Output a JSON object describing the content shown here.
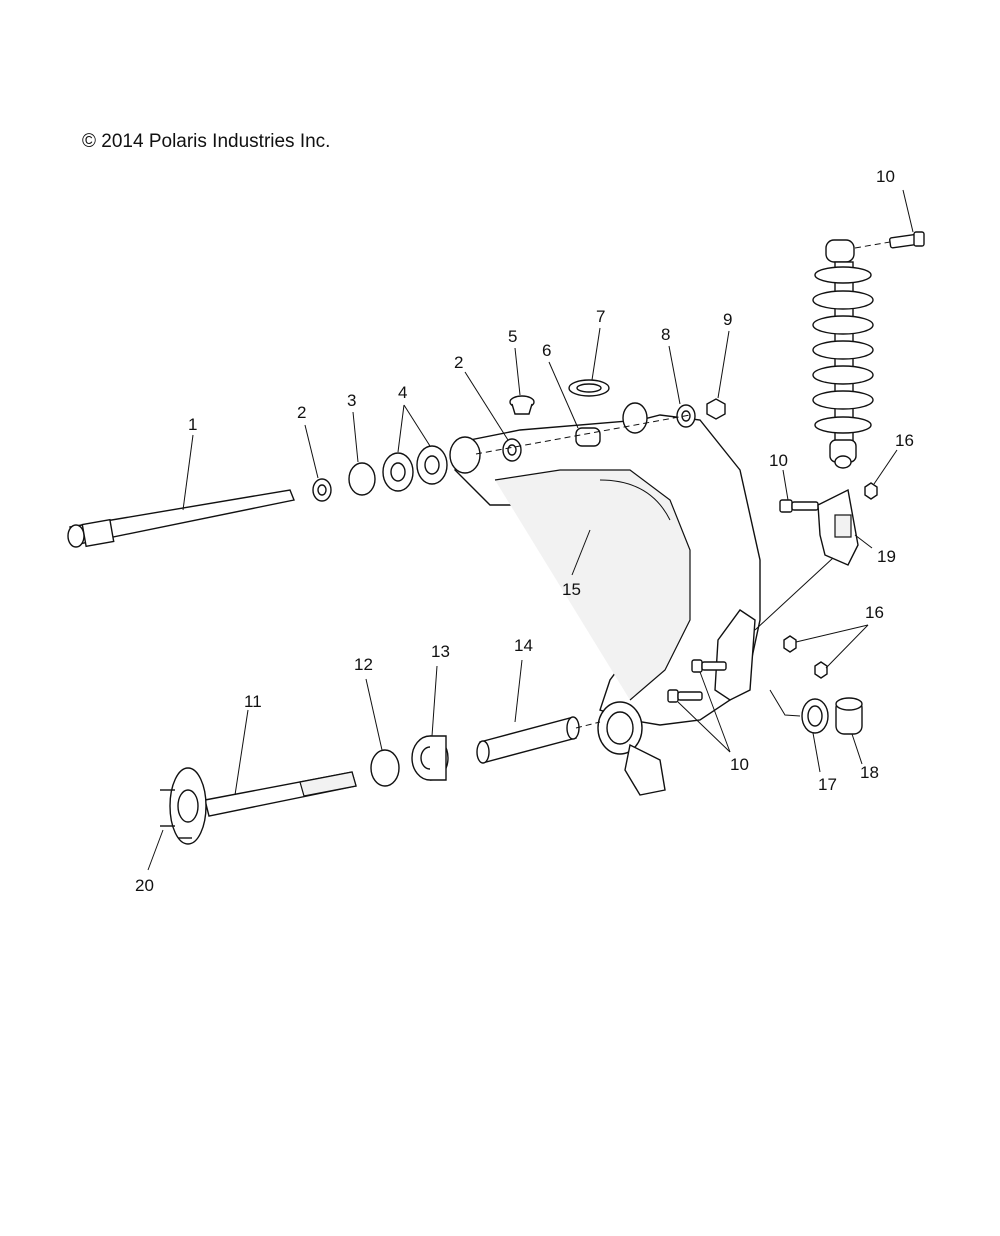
{
  "copyright": "© 2014 Polaris Industries Inc.",
  "callouts": {
    "c1": "1",
    "c2a": "2",
    "c2b": "2",
    "c3": "3",
    "c4": "4",
    "c5": "5",
    "c6": "6",
    "c7": "7",
    "c8": "8",
    "c9": "9",
    "c10a": "10",
    "c10b": "10",
    "c10c": "10",
    "c11": "11",
    "c12": "12",
    "c13": "13",
    "c14": "14",
    "c15": "15",
    "c16a": "16",
    "c16b": "16",
    "c17": "17",
    "c18": "18",
    "c19": "19",
    "c20": "20"
  }
}
